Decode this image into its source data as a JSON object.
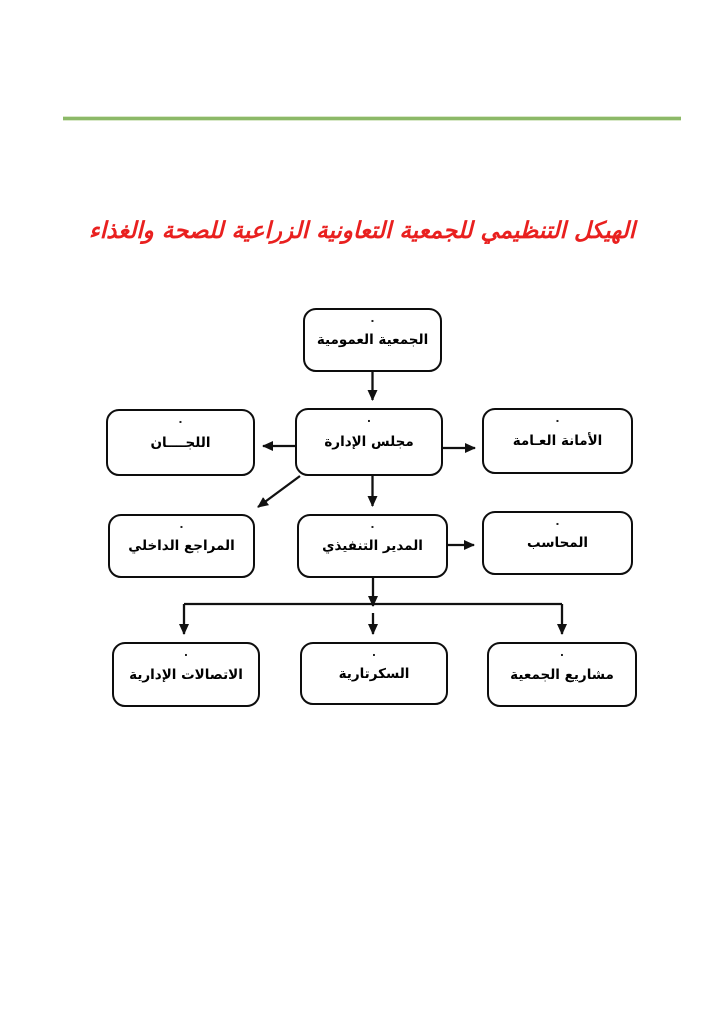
{
  "title": {
    "text": "الهيكل التنظيمي للجمعية التعاونية الزراعية للصحة والغذاء",
    "color": "#e9201f"
  },
  "divider": {
    "color": "#8cb968"
  },
  "chart": {
    "type": "org-chart",
    "dot": ".",
    "line_color": "#111111",
    "box_border_color": "#0d0d0d",
    "box_fill_color": "#ffffff",
    "nodes": [
      {
        "id": "general-assembly",
        "label": "الجمعية العمومية"
      },
      {
        "id": "committees",
        "label": "اللجــــان"
      },
      {
        "id": "board-of-directors",
        "label": "مجلس الإدارة"
      },
      {
        "id": "general-secretariat",
        "label": "الأمانة العـامة"
      },
      {
        "id": "internal-auditor",
        "label": "المراجع الداخلي"
      },
      {
        "id": "executive-director",
        "label": "المدير التنفيذي"
      },
      {
        "id": "accountant",
        "label": "المحاسب"
      },
      {
        "id": "admin-communications",
        "label": "الاتصالات الإدارية"
      },
      {
        "id": "secretarial",
        "label": "السكرتارية"
      },
      {
        "id": "society-projects",
        "label": "مشاريع الجمعية"
      }
    ],
    "edges": [
      {
        "from": "general-assembly",
        "to": "board-of-directors"
      },
      {
        "from": "board-of-directors",
        "to": "committees"
      },
      {
        "from": "board-of-directors",
        "to": "general-secretariat"
      },
      {
        "from": "board-of-directors",
        "to": "internal-auditor"
      },
      {
        "from": "board-of-directors",
        "to": "executive-director"
      },
      {
        "from": "executive-director",
        "to": "accountant"
      },
      {
        "from": "executive-director",
        "to": "admin-communications"
      },
      {
        "from": "executive-director",
        "to": "secretarial"
      },
      {
        "from": "executive-director",
        "to": "society-projects"
      }
    ]
  }
}
